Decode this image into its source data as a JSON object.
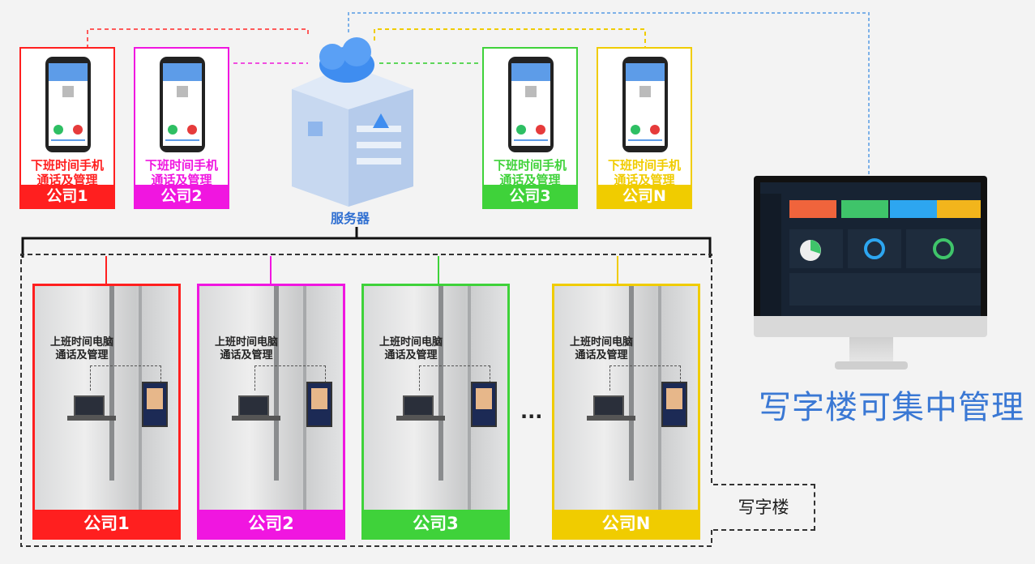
{
  "top_cards": [
    {
      "desc1": "下班时间手机",
      "desc2": "通话及管理",
      "name": "公司1",
      "color": "#ff1f1f"
    },
    {
      "desc1": "下班时间手机",
      "desc2": "通话及管理",
      "name": "公司2",
      "color": "#f016e0"
    },
    {
      "desc1": "下班时间手机",
      "desc2": "通话及管理",
      "name": "公司3",
      "color": "#3fd23a"
    },
    {
      "desc1": "下班时间手机",
      "desc2": "通话及管理",
      "name": "公司N",
      "color": "#f0cc00"
    }
  ],
  "server": {
    "label": "服务器"
  },
  "offices": [
    {
      "desc1": "上班时间电脑",
      "desc2": "通话及管理",
      "name": "公司1",
      "color": "#ff1f1f"
    },
    {
      "desc1": "上班时间电脑",
      "desc2": "通话及管理",
      "name": "公司2",
      "color": "#f016e0"
    },
    {
      "desc1": "上班时间电脑",
      "desc2": "通话及管理",
      "name": "公司3",
      "color": "#3fd23a"
    },
    {
      "desc1": "上班时间电脑",
      "desc2": "通话及管理",
      "name": "公司N",
      "color": "#f0cc00"
    }
  ],
  "ellipsis": "···",
  "building_label": "写字楼",
  "monitor_title": "写字楼可集中管理",
  "accent_colors": {
    "server": "#2f6fd1",
    "title": "#3a78d4",
    "line_blue": "#7db1e8"
  }
}
